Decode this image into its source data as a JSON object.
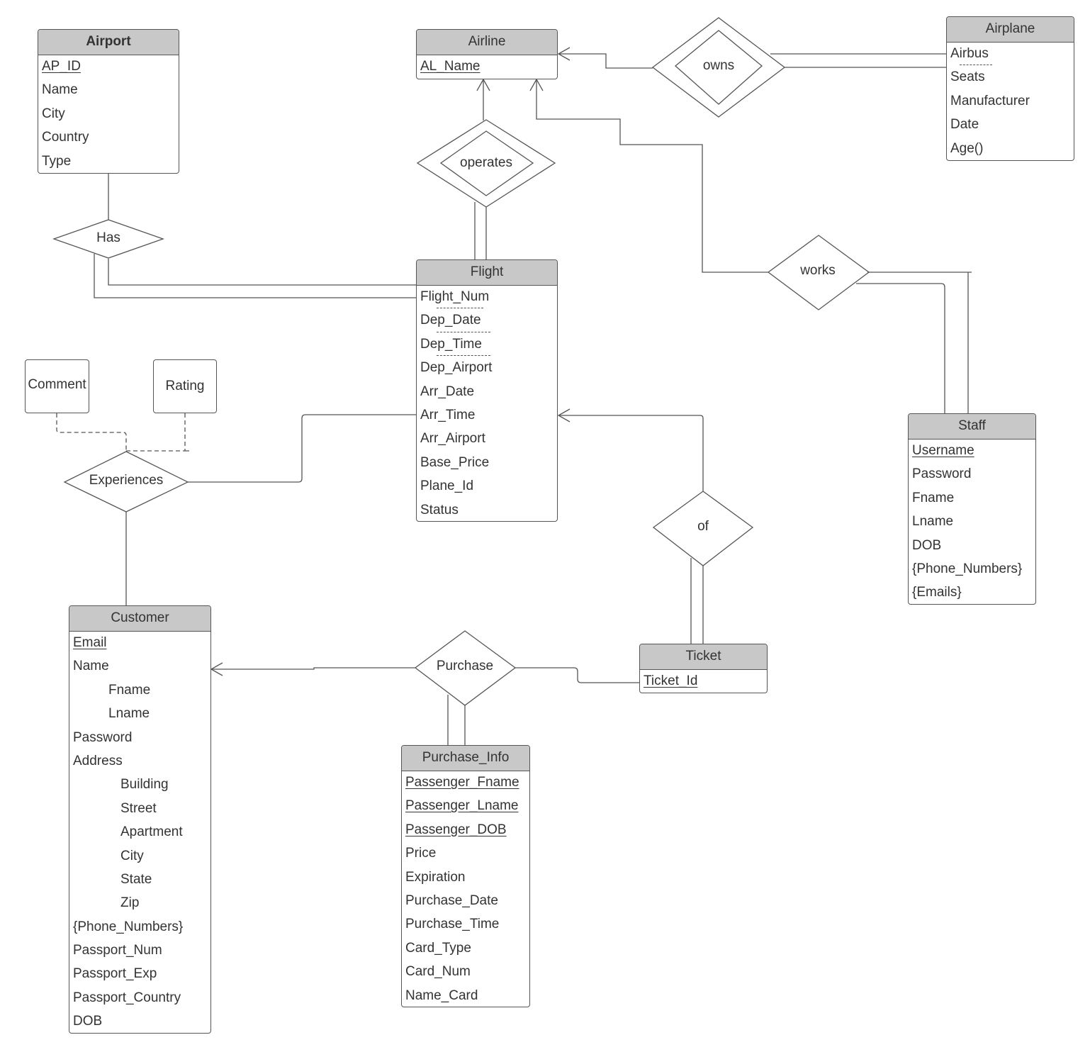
{
  "entities": {
    "airport": {
      "title": "Airport",
      "attrs": [
        "AP_ID",
        "Name",
        "City",
        "Country",
        "Type"
      ]
    },
    "airline": {
      "title": "Airline",
      "attrs": [
        "AL_Name"
      ]
    },
    "airplane": {
      "title": "Airplane",
      "attrs": [
        "Airbus",
        "Seats",
        "Manufacturer",
        "Date",
        "Age()"
      ]
    },
    "flight": {
      "title": "Flight",
      "attrs": [
        "Flight_Num",
        "Dep_Date",
        "Dep_Time",
        "Dep_Airport",
        "Arr_Date",
        "Arr_Time",
        "Arr_Airport",
        "Base_Price",
        "Plane_Id",
        "Status"
      ]
    },
    "staff": {
      "title": "Staff",
      "attrs": [
        "Username",
        "Password",
        "Fname",
        "Lname",
        "DOB",
        "{Phone_Numbers}",
        "{Emails}"
      ]
    },
    "customer": {
      "title": "Customer",
      "attrs": [
        "Email",
        "Name",
        "Fname",
        "Lname",
        "Password",
        "Address",
        "Building",
        "Street",
        "Apartment",
        "City",
        "State",
        "Zip",
        "{Phone_Numbers}",
        "Passport_Num",
        "Passport_Exp",
        "Passport_Country",
        "DOB"
      ]
    },
    "ticket": {
      "title": "Ticket",
      "attrs": [
        "Ticket_Id"
      ]
    },
    "purchase_info": {
      "title": "Purchase_Info",
      "attrs": [
        "Passenger_Fname",
        "Passenger_Lname",
        "Passenger_DOB",
        "Price",
        "Expiration",
        "Purchase_Date",
        "Purchase_Time",
        "Card_Type",
        "Card_Num",
        "Name_Card"
      ]
    }
  },
  "relationships": {
    "has": "Has",
    "operates": "operates",
    "owns": "owns",
    "works": "works",
    "experiences": "Experiences",
    "of": "of",
    "purchase": "Purchase"
  },
  "relationship_attributes": {
    "comment": "Comment",
    "rating": "Rating"
  }
}
